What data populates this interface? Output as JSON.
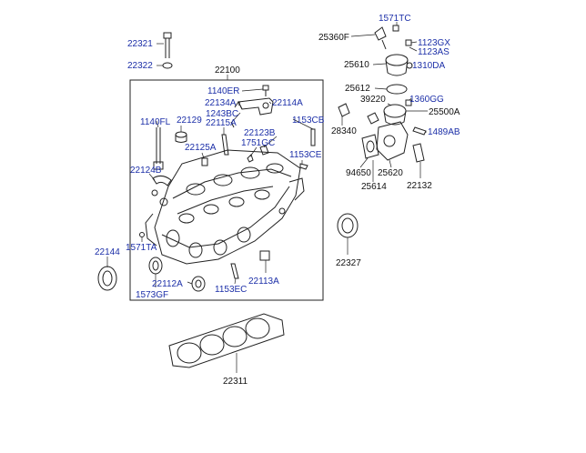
{
  "accent_colors": {
    "part_number_blue": "#1c2fa8",
    "part_number_black": "#111111",
    "line": "#222222"
  },
  "labels": {
    "p22321": "22321",
    "p22322": "22322",
    "p22100": "22100",
    "p1140ER": "1140ER",
    "p22134A": "22134A",
    "p22114A": "22114A",
    "p1243BC": "1243BC",
    "p1140FL": "1140FL",
    "p22129": "22129",
    "p22115A": "22115A",
    "p1153CB": "1153CB",
    "p22123B": "22123B",
    "p1751GC": "1751GC",
    "p22125A": "22125A",
    "p1153CE": "1153CE",
    "p22124B": "22124B",
    "p22144": "22144",
    "p1571TA": "1571TA",
    "p22112A": "22112A",
    "p1573GF": "1573GF",
    "p1153EC": "1153EC",
    "p22113A": "22113A",
    "p22311": "22311",
    "p1571TC": "1571TC",
    "p25360F": "25360F",
    "p1123GX": "1123GX",
    "p1123AS": "1123AS",
    "p25610": "25610",
    "p1310DA": "1310DA",
    "p25612": "25612",
    "p39220": "39220",
    "p1360GG": "1360GG",
    "p25500A": "25500A",
    "p28340": "28340",
    "p1489AB": "1489AB",
    "p94650": "94650",
    "p25620": "25620",
    "p25614": "25614",
    "p22132": "22132",
    "p22327": "22327"
  }
}
